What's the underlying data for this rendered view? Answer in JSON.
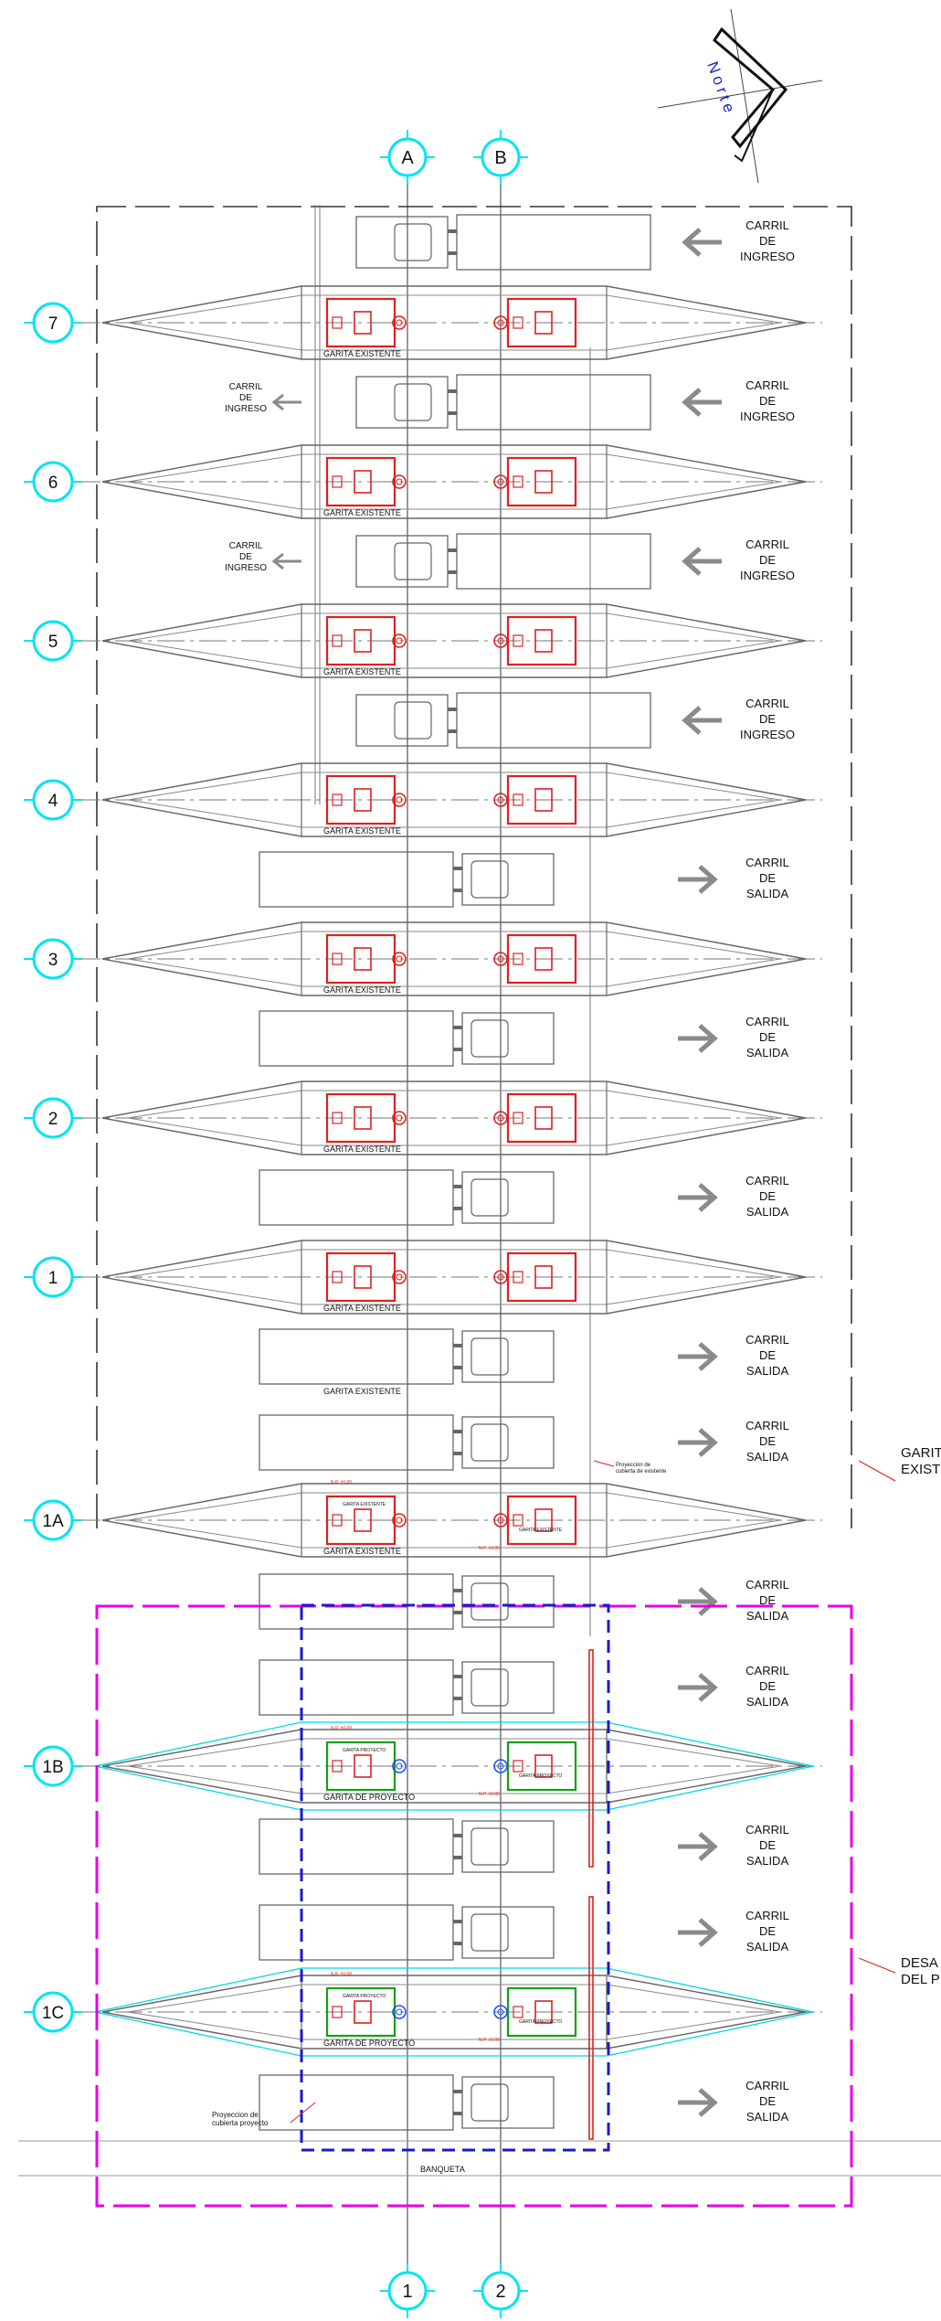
{
  "north": {
    "label": "Norte"
  },
  "grid": {
    "columns": [
      "A",
      "B"
    ],
    "columns_bottom": [
      "1",
      "2"
    ],
    "islands": [
      {
        "label": "7",
        "kind": "existing",
        "caption": "GARITA EXISTENTE"
      },
      {
        "label": "6",
        "kind": "existing",
        "caption": "GARITA EXISTENTE"
      },
      {
        "label": "5",
        "kind": "existing",
        "caption": "GARITA EXISTENTE"
      },
      {
        "label": "4",
        "kind": "existing",
        "caption": "GARITA EXISTENTE"
      },
      {
        "label": "3",
        "kind": "existing",
        "caption": "GARITA EXISTENTE"
      },
      {
        "label": "2",
        "kind": "existing",
        "caption": "GARITA EXISTENTE"
      },
      {
        "label": "1",
        "kind": "existing",
        "caption": "GARITA EXISTENTE"
      },
      {
        "label": "1A",
        "kind": "existing",
        "caption": "GARITA EXISTENTE"
      },
      {
        "label": "1B",
        "kind": "project",
        "caption": "GARITA DE PROYECTO"
      },
      {
        "label": "1C",
        "kind": "project",
        "caption": "GARITA DE PROYECTO"
      }
    ]
  },
  "lanes": [
    {
      "label": "CARRIL\nDE\nINGRESO",
      "direction": "in"
    },
    {
      "label": "CARRIL\nDE\nINGRESO",
      "direction": "in"
    },
    {
      "label": "CARRIL\nDE\nINGRESO",
      "direction": "in"
    },
    {
      "label": "CARRIL\nDE\nINGRESO",
      "direction": "in"
    },
    {
      "label": "CARRIL\nDE\nSALIDA",
      "direction": "out"
    },
    {
      "label": "CARRIL\nDE\nSALIDA",
      "direction": "out"
    },
    {
      "label": "CARRIL\nDE\nSALIDA",
      "direction": "out"
    },
    {
      "label": "CARRIL\nDE\nSALIDA",
      "direction": "out"
    },
    {
      "label": "CARRIL\nDE\nSALIDA",
      "direction": "out"
    },
    {
      "label": "CARRIL\nDE\nSALIDA",
      "direction": "out"
    },
    {
      "label": "CARRIL\nDE\nSALIDA",
      "direction": "out"
    },
    {
      "label": "CARRIL\nDE\nSALIDA",
      "direction": "out"
    },
    {
      "label": "CARRIL\nDE\nSALIDA",
      "direction": "out"
    },
    {
      "label": "CARRIL\nDE\nSALIDA",
      "direction": "out"
    }
  ],
  "left_lanes": [
    "CARRIL\nDE\nINGRESO",
    "CARRIL\nDE\nINGRESO"
  ],
  "side_notes": {
    "existing": "GARITA\nEXIST",
    "project": "DESA\nDEL P"
  },
  "annotations": {
    "loose_caption": "GARITA EXISTENTE",
    "projection_existing": "Proyeccion de\ncubierta de existente",
    "projection_project": "Proyeccion de\ncubierta proyecto",
    "banqueta": "BANQUETA",
    "booth_existing": "GARITA EXISTENTE",
    "booth_project": "GARITA PROYECTO",
    "level": "N.P. ±0.00"
  },
  "colors": {
    "grid_bubble": "#00e5ee",
    "existing_boundary": "#333333",
    "project_boundary": "#e600e6",
    "project_zone": "#1a1acc",
    "booth_red": "#e02020",
    "booth_green": "#14a014",
    "arrow_gray": "#8a8a8a",
    "cyan_outline": "#00d8e8"
  }
}
